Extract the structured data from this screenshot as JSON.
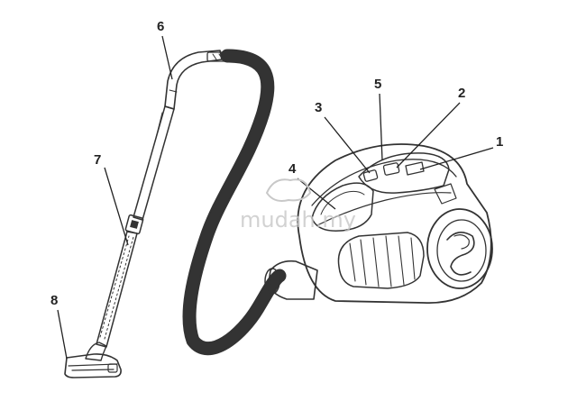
{
  "callouts": [
    {
      "id": "1",
      "label": "1"
    },
    {
      "id": "2",
      "label": "2"
    },
    {
      "id": "3",
      "label": "3"
    },
    {
      "id": "4",
      "label": "4"
    },
    {
      "id": "5",
      "label": "5"
    },
    {
      "id": "6",
      "label": "6"
    },
    {
      "id": "7",
      "label": "7"
    },
    {
      "id": "8",
      "label": "8"
    }
  ],
  "watermark": {
    "text": "mudah.my"
  },
  "colors": {
    "ink": "#333333",
    "background": "#ffffff",
    "hose_fill": "#f2f2f2",
    "watermark": "#c8c8c8"
  }
}
